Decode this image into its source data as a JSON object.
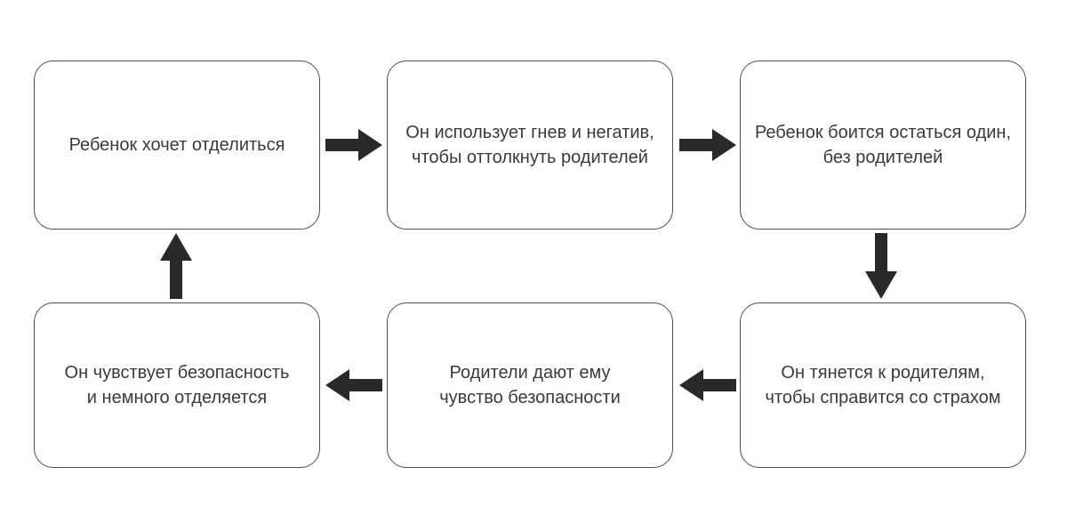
{
  "diagram": {
    "type": "cycle-flowchart",
    "language": "ru",
    "background_color": "#ffffff",
    "box_fill_color": "#ffffff",
    "box_border_color": "#4f4f4f",
    "arrow_color": "#2b2828",
    "text_color": "#3a3a3a",
    "boxes": [
      {
        "id": 1,
        "position": "top-left",
        "label": "Ребенок хочет отделиться"
      },
      {
        "id": 2,
        "position": "top-middle",
        "label": "Он использует гнев и негатив,\nчтобы оттолкнуть родителей"
      },
      {
        "id": 3,
        "position": "top-right",
        "label": "Ребенок боится остаться один,\nбез родителей"
      },
      {
        "id": 4,
        "position": "bottom-right",
        "label": "Он тянется к родителям,\nчтобы справится со страхом"
      },
      {
        "id": 5,
        "position": "bottom-middle",
        "label": "Родители дают ему\nчувство безопасности"
      },
      {
        "id": 6,
        "position": "bottom-left",
        "label": "Он чувствует безопасность\nи немного отделяется"
      }
    ],
    "arrows": [
      {
        "from": 1,
        "to": 2,
        "direction": "right"
      },
      {
        "from": 2,
        "to": 3,
        "direction": "right"
      },
      {
        "from": 3,
        "to": 4,
        "direction": "down"
      },
      {
        "from": 4,
        "to": 5,
        "direction": "left"
      },
      {
        "from": 5,
        "to": 6,
        "direction": "left"
      },
      {
        "from": 6,
        "to": 1,
        "direction": "up"
      }
    ]
  }
}
